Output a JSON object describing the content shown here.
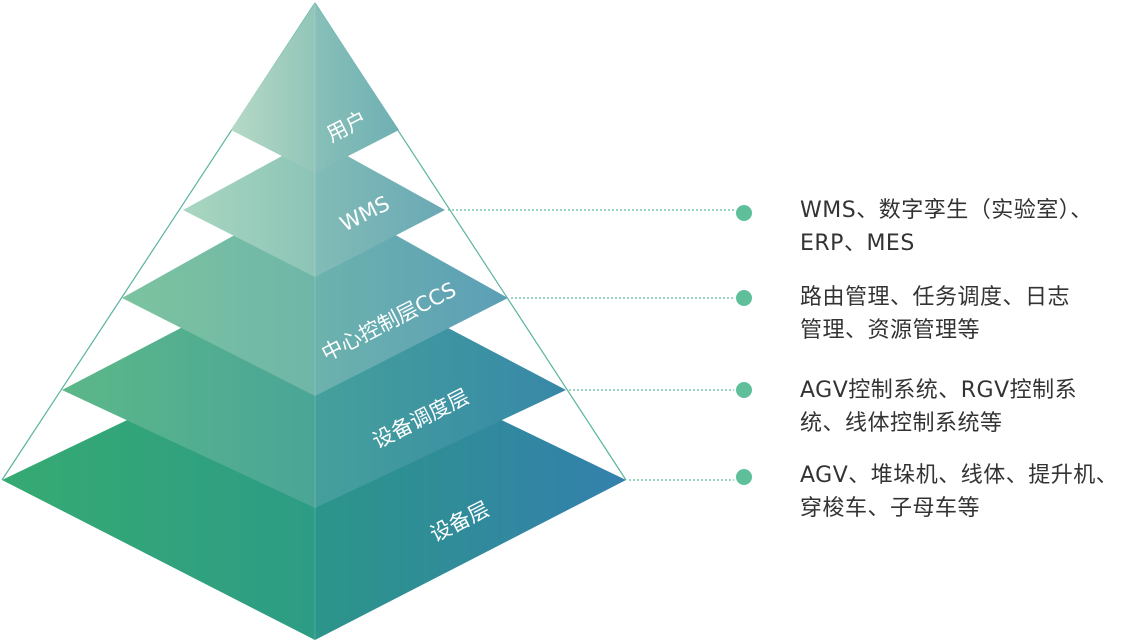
{
  "layers": [
    {
      "label": "用户"
    },
    {
      "label": "WMS"
    },
    {
      "label": "中心控制层CCS"
    },
    {
      "label": "设备调度层"
    },
    {
      "label": "设备层"
    }
  ],
  "descriptions": [
    {
      "line1": "WMS、数字孪生（实验室）、",
      "line2": "ERP、MES"
    },
    {
      "line1": "路由管理、任务调度、日志",
      "line2": "管理、资源管理等"
    },
    {
      "line1": "AGV控制系统、RGV控制系",
      "line2": "统、线体控制系统等"
    },
    {
      "line1": "AGV、堆垛机、线体、提升机、",
      "line2": "穿梭车、子母车等"
    }
  ],
  "colors": {
    "outline": "#5bb3a0",
    "dot": "#5fbf9a",
    "connector": "#5fbf9a",
    "text": "#333333"
  }
}
